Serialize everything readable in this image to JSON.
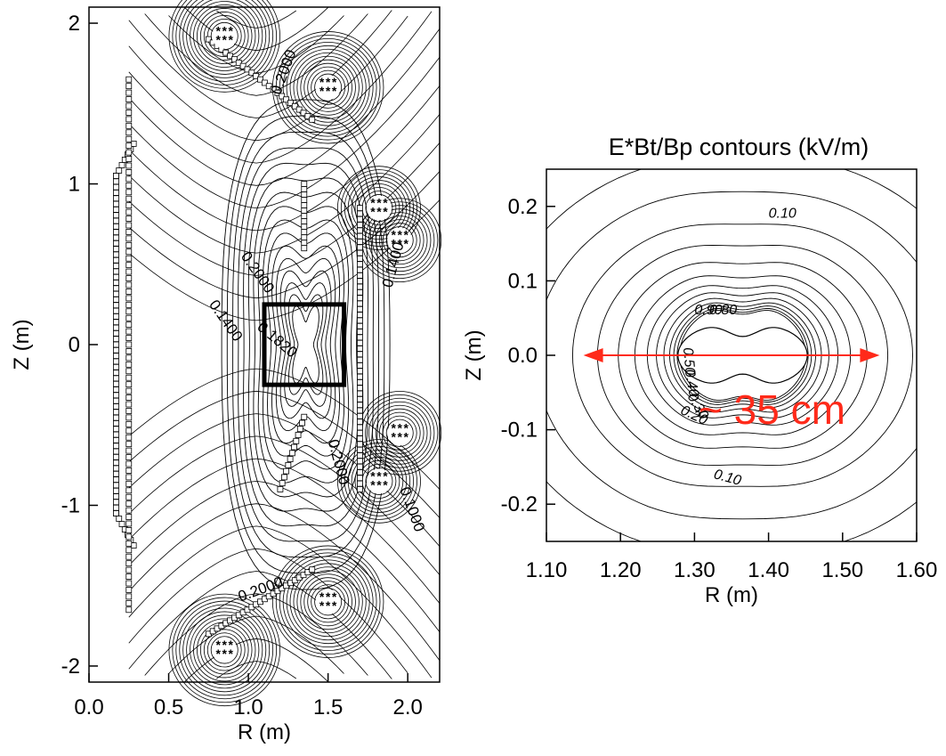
{
  "colors": {
    "annotation": "#ff2a1a",
    "ink": "#000000",
    "background": "#ffffff"
  },
  "chart_data": [
    {
      "type": "contour",
      "title": "",
      "xlabel": "R (m)",
      "ylabel": "Z (m)",
      "xlim": [
        0.0,
        2.2
      ],
      "ylim": [
        -2.1,
        2.1
      ],
      "xticks": [
        "0.0",
        "0.5",
        "1.0",
        "1.5",
        "2.0"
      ],
      "yticks": [
        "-2",
        "-1",
        "0",
        "1",
        "2"
      ],
      "contour_labels": [
        "0.2000",
        "0.1400",
        "0.1820",
        "0.2000",
        "0.1400",
        "0.2000",
        "0.1000",
        "0.2000"
      ],
      "coils": [
        {
          "r": 0.85,
          "z": 1.92
        },
        {
          "r": 1.5,
          "z": 1.6
        },
        {
          "r": 1.82,
          "z": 0.85
        },
        {
          "r": 1.95,
          "z": 0.65
        },
        {
          "r": 1.95,
          "z": -0.55
        },
        {
          "r": 1.82,
          "z": -0.85
        },
        {
          "r": 1.5,
          "z": -1.6
        },
        {
          "r": 0.85,
          "z": -1.9
        }
      ],
      "highlight_box": {
        "r": [
          1.1,
          1.6
        ],
        "z": [
          -0.25,
          0.25
        ]
      },
      "grid": false
    },
    {
      "type": "contour",
      "title": "E*Bt/Bp contours (kV/m)",
      "xlabel": "R (m)",
      "ylabel": "Z (m)",
      "xlim": [
        1.1,
        1.6
      ],
      "ylim": [
        -0.25,
        0.25
      ],
      "xticks": [
        "1.10",
        "1.20",
        "1.30",
        "1.40",
        "1.50",
        "1.60"
      ],
      "yticks": [
        "-0.2",
        "-0.1",
        "0.0",
        "0.1",
        "0.2"
      ],
      "contour_labels": [
        "0.10",
        "0.10",
        "0.20",
        "0.30",
        "0.40",
        "0.50",
        "0.90",
        "0.80"
      ],
      "arrow": {
        "r": [
          1.15,
          1.55
        ],
        "z": 0.0
      },
      "annotation": "~ 35 cm",
      "grid": false
    }
  ]
}
